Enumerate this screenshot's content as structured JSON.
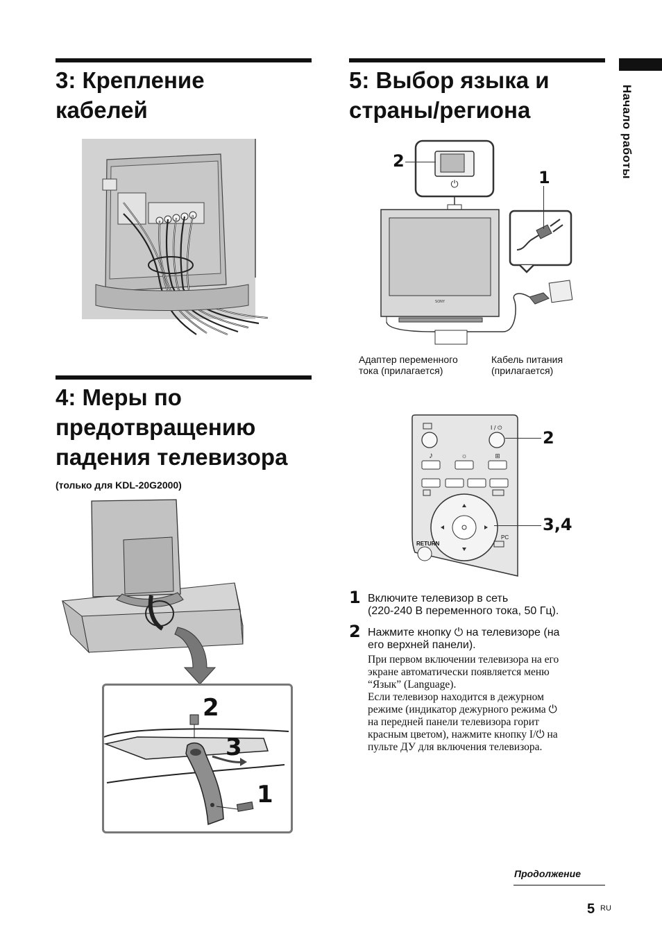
{
  "side_tab": {
    "label": "Начало работы"
  },
  "section3": {
    "title_line1": "3: Крепление",
    "title_line2": "кабелей"
  },
  "section4": {
    "title_line1": "4: Меры по",
    "title_line2": "предотвращению",
    "title_line3": "падения телевизора",
    "note": "(только для KDL-20G2000)",
    "callouts": [
      "2",
      "3",
      "1"
    ]
  },
  "section5": {
    "title_line1": "5: Выбор языка и",
    "title_line2": "страны/региона",
    "callouts": {
      "top_left": "2",
      "top_right": "1",
      "remote_power": "2",
      "remote_nav": "3,4"
    },
    "captions": {
      "adapter_line1": "Адаптер переменного",
      "adapter_line2": "тока (прилагается)",
      "cable_line1": "Кабель питания",
      "cable_line2": "(прилагается)"
    },
    "remote_labels": {
      "return": "RETURN",
      "pc": "PC",
      "power": "I / ⏻"
    },
    "tv_brand": "SONY",
    "steps": [
      {
        "num": "1",
        "line1": "Включите телевизор в сеть",
        "line2": "(220-240 В переменного тока, 50 Гц)."
      },
      {
        "num": "2",
        "line1": "Нажмите кнопку ⏻ на телевизоре (на",
        "line2": "его верхней панели).",
        "body": [
          "При первом включении телевизора на его",
          "экране автоматически появляется меню",
          "“Язык” (Language).",
          "Если телевизор находится в дежурном",
          "режиме (индикатор дежурного режима ⏻",
          "на передней панели телевизора горит",
          "красным цветом), нажмите кнопку I/⏻ на",
          "пульте ДУ для включения телевизора."
        ]
      }
    ]
  },
  "footer": {
    "continuation": "Продолжение",
    "page": "5",
    "lang": "RU"
  }
}
